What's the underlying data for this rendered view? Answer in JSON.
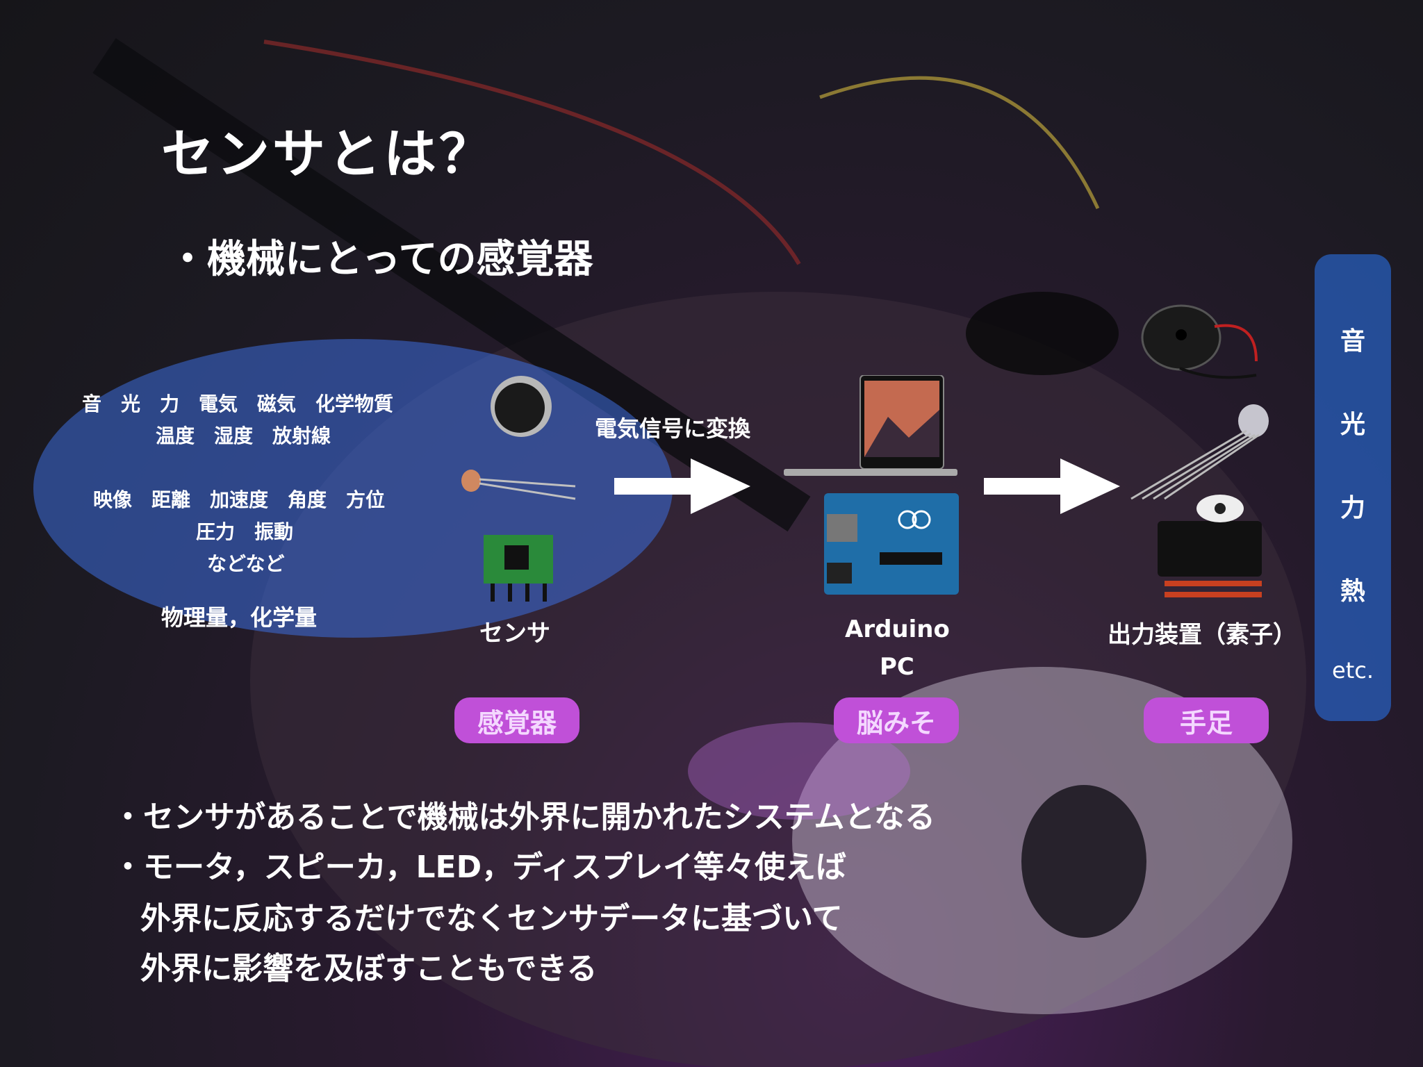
{
  "slide": {
    "title": "センサとは？",
    "subtitle": "・機械にとっての感覚器"
  },
  "sensor_quantities": {
    "line1": "音　光　力　電気　磁気　化学物質",
    "line2": "温度　湿度　放射線",
    "line3": "映像　距離　加速度　角度　方位",
    "line4": "圧力　振動",
    "line5": "などなど",
    "summary": "物理量，化学量"
  },
  "flow": {
    "convert_label": "電気信号に変換",
    "sensor_label": "センサ",
    "arduino_label": "Arduino",
    "pc_label": "PC",
    "output_label": "出力装置（素子）"
  },
  "badges": {
    "sense": "感覚器",
    "brain": "脳みそ",
    "limbs": "手足"
  },
  "outputs_sidebar": {
    "items": [
      "音",
      "光",
      "力",
      "熱",
      "etc."
    ]
  },
  "bullets": {
    "b1": "・センサがあることで機械は外界に開かれたシステムとなる",
    "b2": "・モータ，スピーカ，LED，ディスプレイ等々使えば",
    "b3": "外界に反応するだけでなくセンサデータに基づいて",
    "b4": "外界に影響を及ぼすこともできる"
  },
  "colors": {
    "badge": "#c050d8",
    "ellipse": "#3c6edc",
    "sidebar": "#2864c8"
  }
}
